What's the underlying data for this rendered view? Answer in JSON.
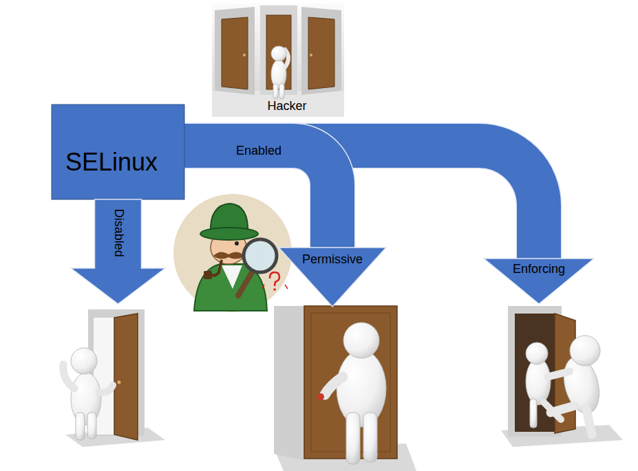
{
  "diagram": {
    "nodes": [
      {
        "text": [
          "SELinux"
        ]
      },
      {
        "text": [
          "Disabled"
        ]
      },
      {
        "text": [
          "Permissive"
        ]
      },
      {
        "text": [
          "Enforcing"
        ]
      }
    ],
    "edges": [
      {
        "from": 0,
        "to": 2,
        "arrow": "to",
        "label": "Enabled"
      },
      {
        "from": 0,
        "to": 3,
        "arrow": "to"
      }
    ],
    "labels": [
      "Hacker"
    ]
  }
}
